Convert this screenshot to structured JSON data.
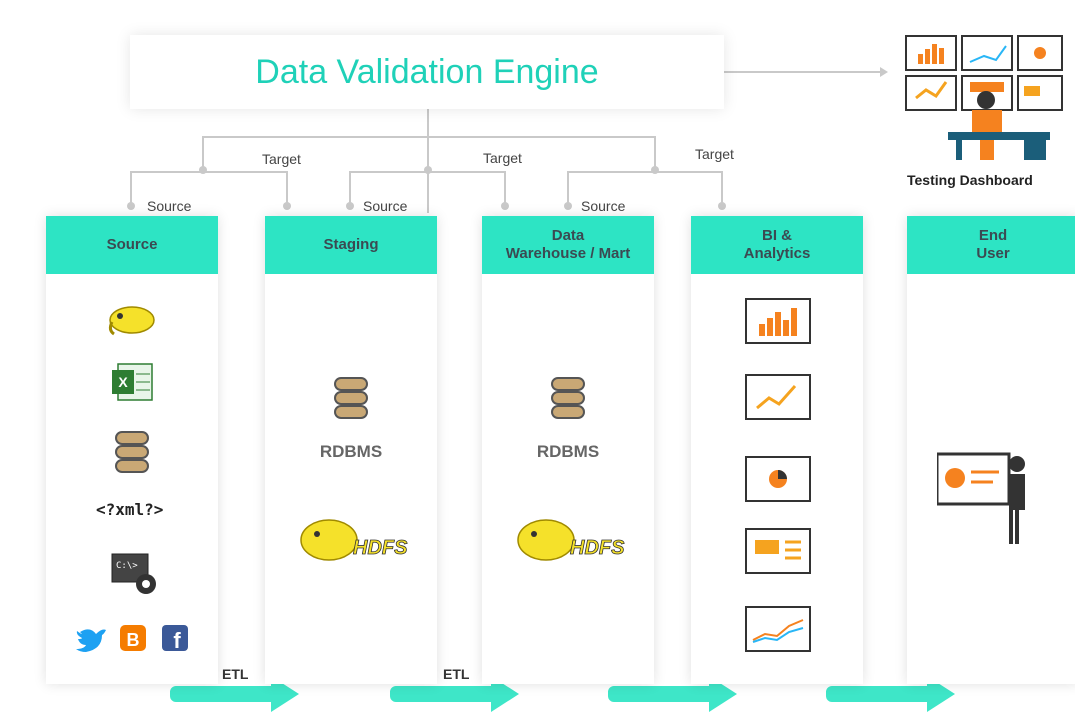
{
  "engine": {
    "title": "Data Validation Engine"
  },
  "flow_labels": {
    "target_1": "Target",
    "target_2": "Target",
    "target_3": "Target",
    "source_1": "Source",
    "source_2": "Source",
    "source_3": "Source"
  },
  "columns": [
    {
      "header": "Source"
    },
    {
      "header": "Staging"
    },
    {
      "header": "Data\nWarehouse / Mart"
    },
    {
      "header": "BI &\nAnalytics"
    },
    {
      "header": "End\nUser"
    }
  ],
  "staging": {
    "db_label": "RDBMS"
  },
  "warehouse": {
    "db_label": "RDBMS"
  },
  "source_items": {
    "xml": "<?xml?>"
  },
  "etl": {
    "label_1": "ETL",
    "label_2": "ETL"
  },
  "dashboard": {
    "caption": "Testing Dashboard"
  },
  "colors": {
    "accent": "#2de4c4",
    "title": "#1fd1b8",
    "connector": "#c8c8c8"
  }
}
